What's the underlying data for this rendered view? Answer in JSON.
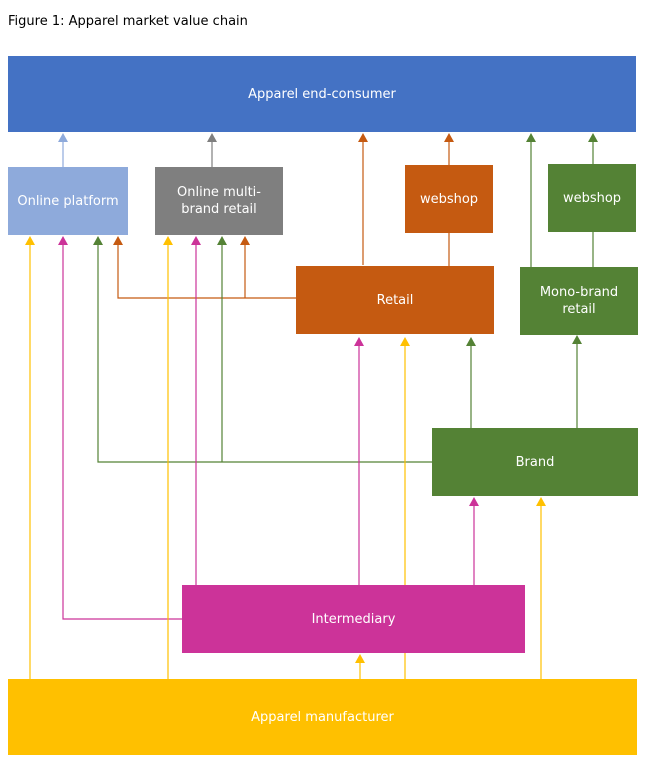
{
  "caption": "Figure 1: Apparel market value chain",
  "nodes": {
    "end_consumer": "Apparel end-consumer",
    "online_platform": "Online platform",
    "online_multibrand": "Online multi-brand retail",
    "webshop_retail": "webshop",
    "webshop_mono": "webshop",
    "retail": "Retail",
    "mono_brand_retail": "Mono-brand retail",
    "brand": "Brand",
    "intermediary": "Intermediary",
    "manufacturer": "Apparel manufacturer"
  },
  "colors": {
    "end_consumer": "#4472c4",
    "online_platform": "#8eaadb",
    "online_multibrand": "#7f7f7f",
    "retail": "#c55a11",
    "brand": "#548235",
    "intermediary": "#cc3399",
    "manufacturer": "#ffc000"
  }
}
